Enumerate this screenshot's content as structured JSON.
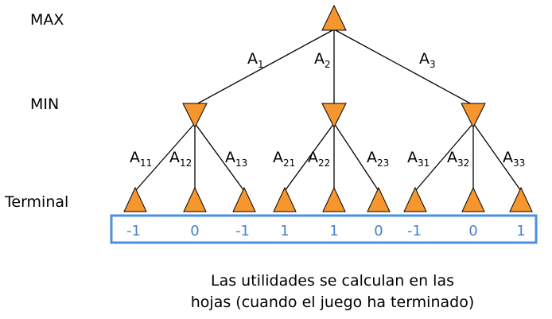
{
  "levels": {
    "max": "MAX",
    "min": "MIN",
    "terminal": "Terminal"
  },
  "edges_root": [
    {
      "base": "A",
      "sub": "1"
    },
    {
      "base": "A",
      "sub": "2"
    },
    {
      "base": "A",
      "sub": "3"
    }
  ],
  "edges_leaf": [
    {
      "base": "A",
      "sub": "11"
    },
    {
      "base": "A",
      "sub": "12"
    },
    {
      "base": "A",
      "sub": "13"
    },
    {
      "base": "A",
      "sub": "21"
    },
    {
      "base": "A",
      "sub": "22"
    },
    {
      "base": "A",
      "sub": "23"
    },
    {
      "base": "A",
      "sub": "31"
    },
    {
      "base": "A",
      "sub": "32"
    },
    {
      "base": "A",
      "sub": "33"
    }
  ],
  "utilities": [
    "-1",
    "0",
    "-1",
    "1",
    "1",
    "0",
    "-1",
    "0",
    "1"
  ],
  "caption": {
    "line1": "Las utilidades se calculan en las",
    "line2": "hojas (cuando el juego ha terminado)"
  },
  "colors": {
    "node_fill": "#f5962f",
    "box_border": "#4a8fe0",
    "value_text": "#4a7fd0"
  }
}
